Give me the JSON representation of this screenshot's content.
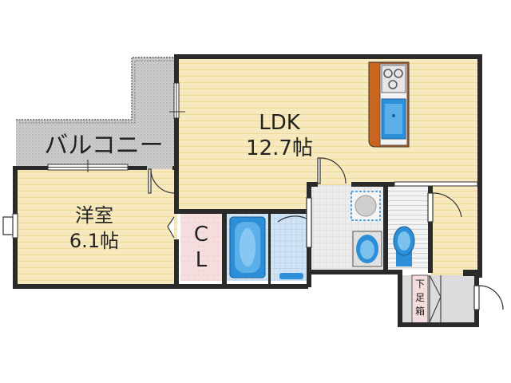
{
  "rooms": {
    "ldk": {
      "name": "LDK",
      "size": "12.7帖"
    },
    "western": {
      "name": "洋室",
      "size": "6.1帖"
    },
    "balcony": {
      "name": "バルコニー"
    },
    "closet": {
      "c": "C",
      "l": "L"
    },
    "shoe_box": {
      "chars": [
        "下",
        "足",
        "箱"
      ]
    }
  },
  "colors": {
    "floor": "#f7e9be",
    "floor_line": "#efd89a",
    "wall": "#2a2a2a",
    "balcony": "#cfcfcf",
    "tile": "#e8e8e8",
    "fixture_blue": "#2d8fd8",
    "kitchen_wood": "#c9651e",
    "closet": "#f6dede"
  },
  "icons": [
    "stove-icon",
    "sink-icon",
    "bathtub-icon",
    "washbasin-icon",
    "toilet-icon",
    "washing-machine-icon",
    "door-swing-icon"
  ]
}
